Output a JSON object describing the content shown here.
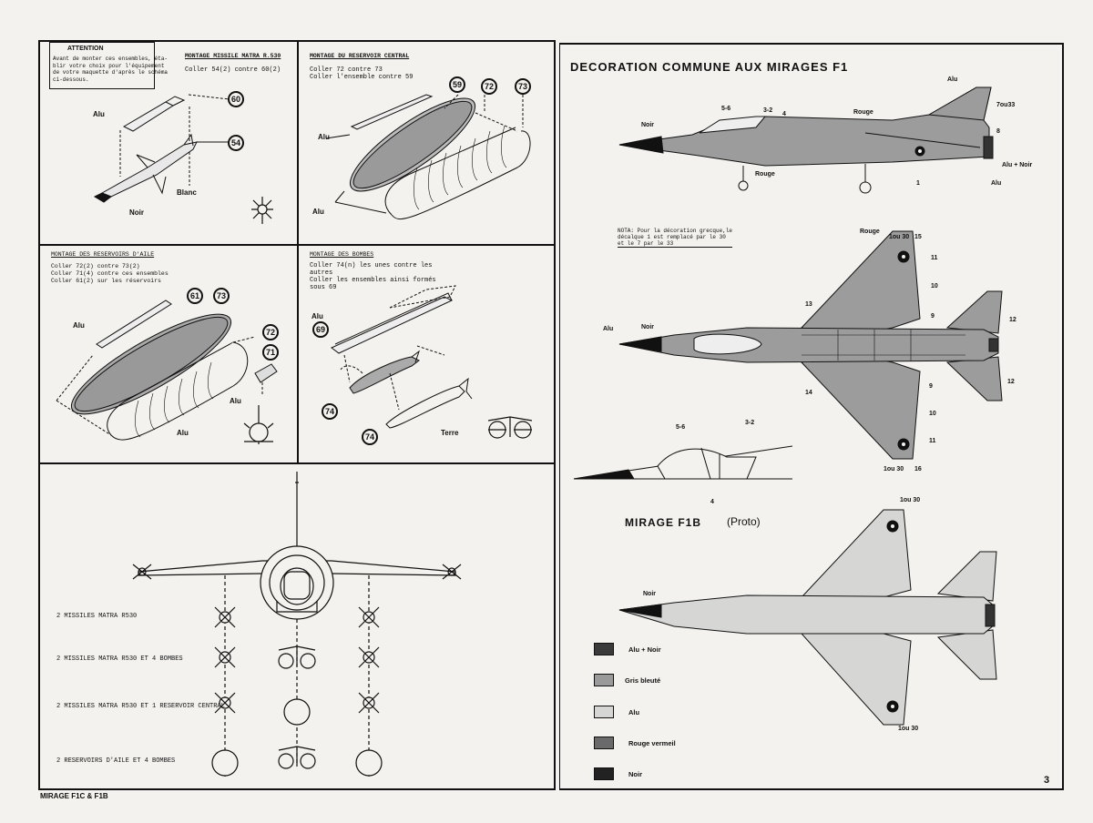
{
  "left": {
    "attention": {
      "title": "ATTENTION",
      "text": "Avant de monter ces ensembles, éta-\nblir votre choix pour l'équipement\nde votre maquette d'après le schéma\nci-dessous."
    },
    "panel_missile": {
      "heading": "MONTAGE MISSILE MATRA R.530",
      "text": "Coller 54(2) contre 60(2)",
      "labels": {
        "alu": "Alu",
        "blanc": "Blanc",
        "noir": "Noir"
      },
      "parts": [
        "60",
        "54"
      ]
    },
    "panel_reservoir_central": {
      "heading": "MONTAGE DU RESERVOIR CENTRAL",
      "text": "Coller 72 contre 73\nColler l'ensemble contre 59",
      "labels": {
        "alu_top": "Alu",
        "alu_bottom": "Alu"
      },
      "parts": [
        "59",
        "72",
        "73"
      ]
    },
    "panel_reservoirs_aile": {
      "heading": "MONTAGE DES RESERVOIRS D'AILE",
      "text": "Coller 72(2) contre 73(2)\nColler 71(4) contre ces ensembles\nColler 61(2) sur les réservoirs",
      "labels": {
        "alu_left": "Alu",
        "alu_mid": "Alu",
        "alu_bottom": "Alu"
      },
      "parts": [
        "61",
        "73",
        "72",
        "71"
      ]
    },
    "panel_bombes": {
      "heading": "MONTAGE DES BOMBES",
      "text": "Coller 74(n) les unes contre les\nautres\nColler les ensembles ainsi formés\nsous 69",
      "labels": {
        "alu": "Alu",
        "terre": "Terre"
      },
      "parts": [
        "69",
        "74",
        "74"
      ]
    },
    "config": {
      "options": [
        "2 MISSILES MATRA R530",
        "2 MISSILES MATRA R530 ET 4 BOMBES",
        "2 MISSILES MATRA R530 ET 1 RESERVOIR CENTRAL",
        "2 RESERVOIRS D'AILE ET 4 BOMBES"
      ]
    },
    "footer": "MIRAGE F1C & F1B"
  },
  "right": {
    "title": "DECORATION COMMUNE AUX MIRAGES F1",
    "side_labels": {
      "noir": "Noir",
      "n56": "5-6",
      "n32": "3-2",
      "n4": "4",
      "rouge_top": "Rouge",
      "rouge_bottom": "Rouge",
      "alu_fin": "Alu",
      "n7ou33": "7ou33",
      "n8": "8",
      "alu_noir": "Alu + Noir",
      "alu_tail": "Alu",
      "n1": "1"
    },
    "note": "NOTA: Pour la décoration grecque,le\ndécalque 1 est remplacé par le 30\net le 7 par le 33",
    "top_labels": {
      "rouge": "Rouge",
      "n1ou30_top": "1ou 30",
      "n15": "15",
      "n11_top": "11",
      "n10_top": "10",
      "n9_top": "9",
      "n12_top": "12",
      "n13": "13",
      "alu": "Alu",
      "noir": "Noir",
      "n14": "14",
      "n9_bot": "9",
      "n12_bot": "12",
      "n10_bot": "10",
      "n11_bot": "11",
      "n1ou30_bot": "1ou 30",
      "n16": "16"
    },
    "canopy_labels": {
      "n56": "5-6",
      "n32": "3-2",
      "n4": "4"
    },
    "f1b_title": "MIRAGE F1B",
    "f1b_sub": "(Proto)",
    "f1b_labels": {
      "n1ou30_top": "1ou 30",
      "noir": "Noir",
      "n1ou30_bot": "1ou 30"
    },
    "legend": [
      {
        "label": "Alu + Noir",
        "color": "#3a3a3a"
      },
      {
        "label": "Gris bleuté",
        "color": "#9a9a9a"
      },
      {
        "label": "Alu",
        "color": "#d6d6d4"
      },
      {
        "label": "Rouge vermeil",
        "color": "#6a6a6a"
      },
      {
        "label": "Noir",
        "color": "#222222"
      }
    ],
    "page_number": "3"
  }
}
